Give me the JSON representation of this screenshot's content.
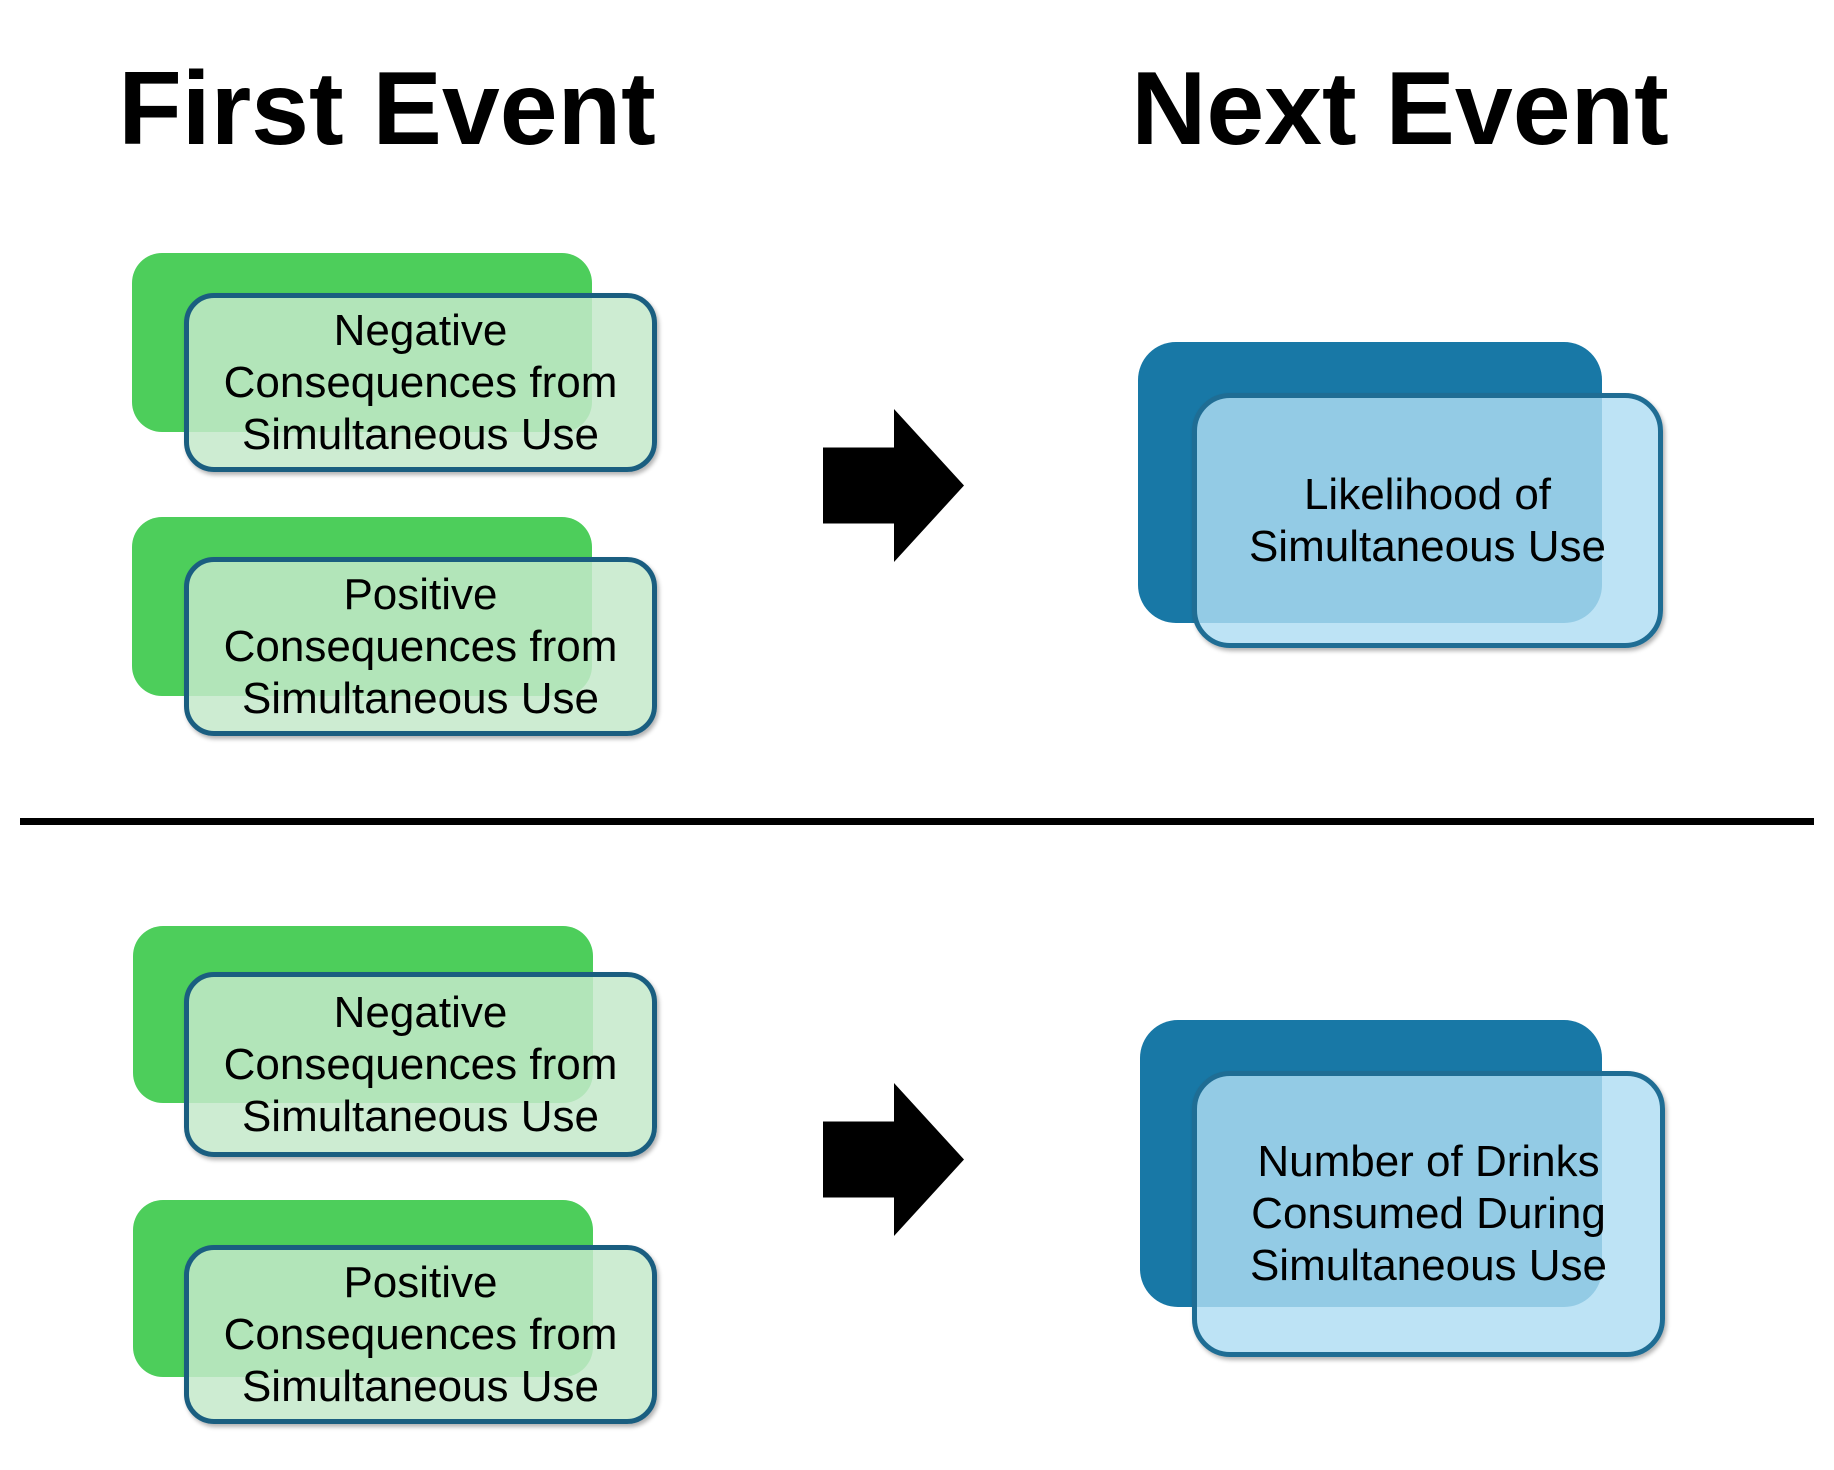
{
  "titles": {
    "first_event": "First Event",
    "next_event": "Next Event"
  },
  "top_section": {
    "first_boxes": [
      {
        "text": "Negative\nConsequences from\nSimultaneous Use"
      },
      {
        "text": "Positive\nConsequences from\nSimultaneous Use"
      }
    ],
    "next_box": {
      "text": "Likelihood of\nSimultaneous Use"
    }
  },
  "bottom_section": {
    "first_boxes": [
      {
        "text": "Negative\nConsequences from\nSimultaneous Use"
      },
      {
        "text": "Positive\nConsequences from\nSimultaneous Use"
      }
    ],
    "next_box": {
      "text": "Number of Drinks\nConsumed During\nSimultaneous Use"
    }
  },
  "colors": {
    "text": "#000000",
    "green_back": "#4dce5b",
    "green_front_fill": "rgba(196,233,202,0.85)",
    "green_front_border": "#1a5e80",
    "blue_back": "#1878a6",
    "blue_front_fill": "rgba(175,221,243,0.82)",
    "blue_front_border": "#1f6d94",
    "arrow": "#000000",
    "divider": "#000000"
  }
}
